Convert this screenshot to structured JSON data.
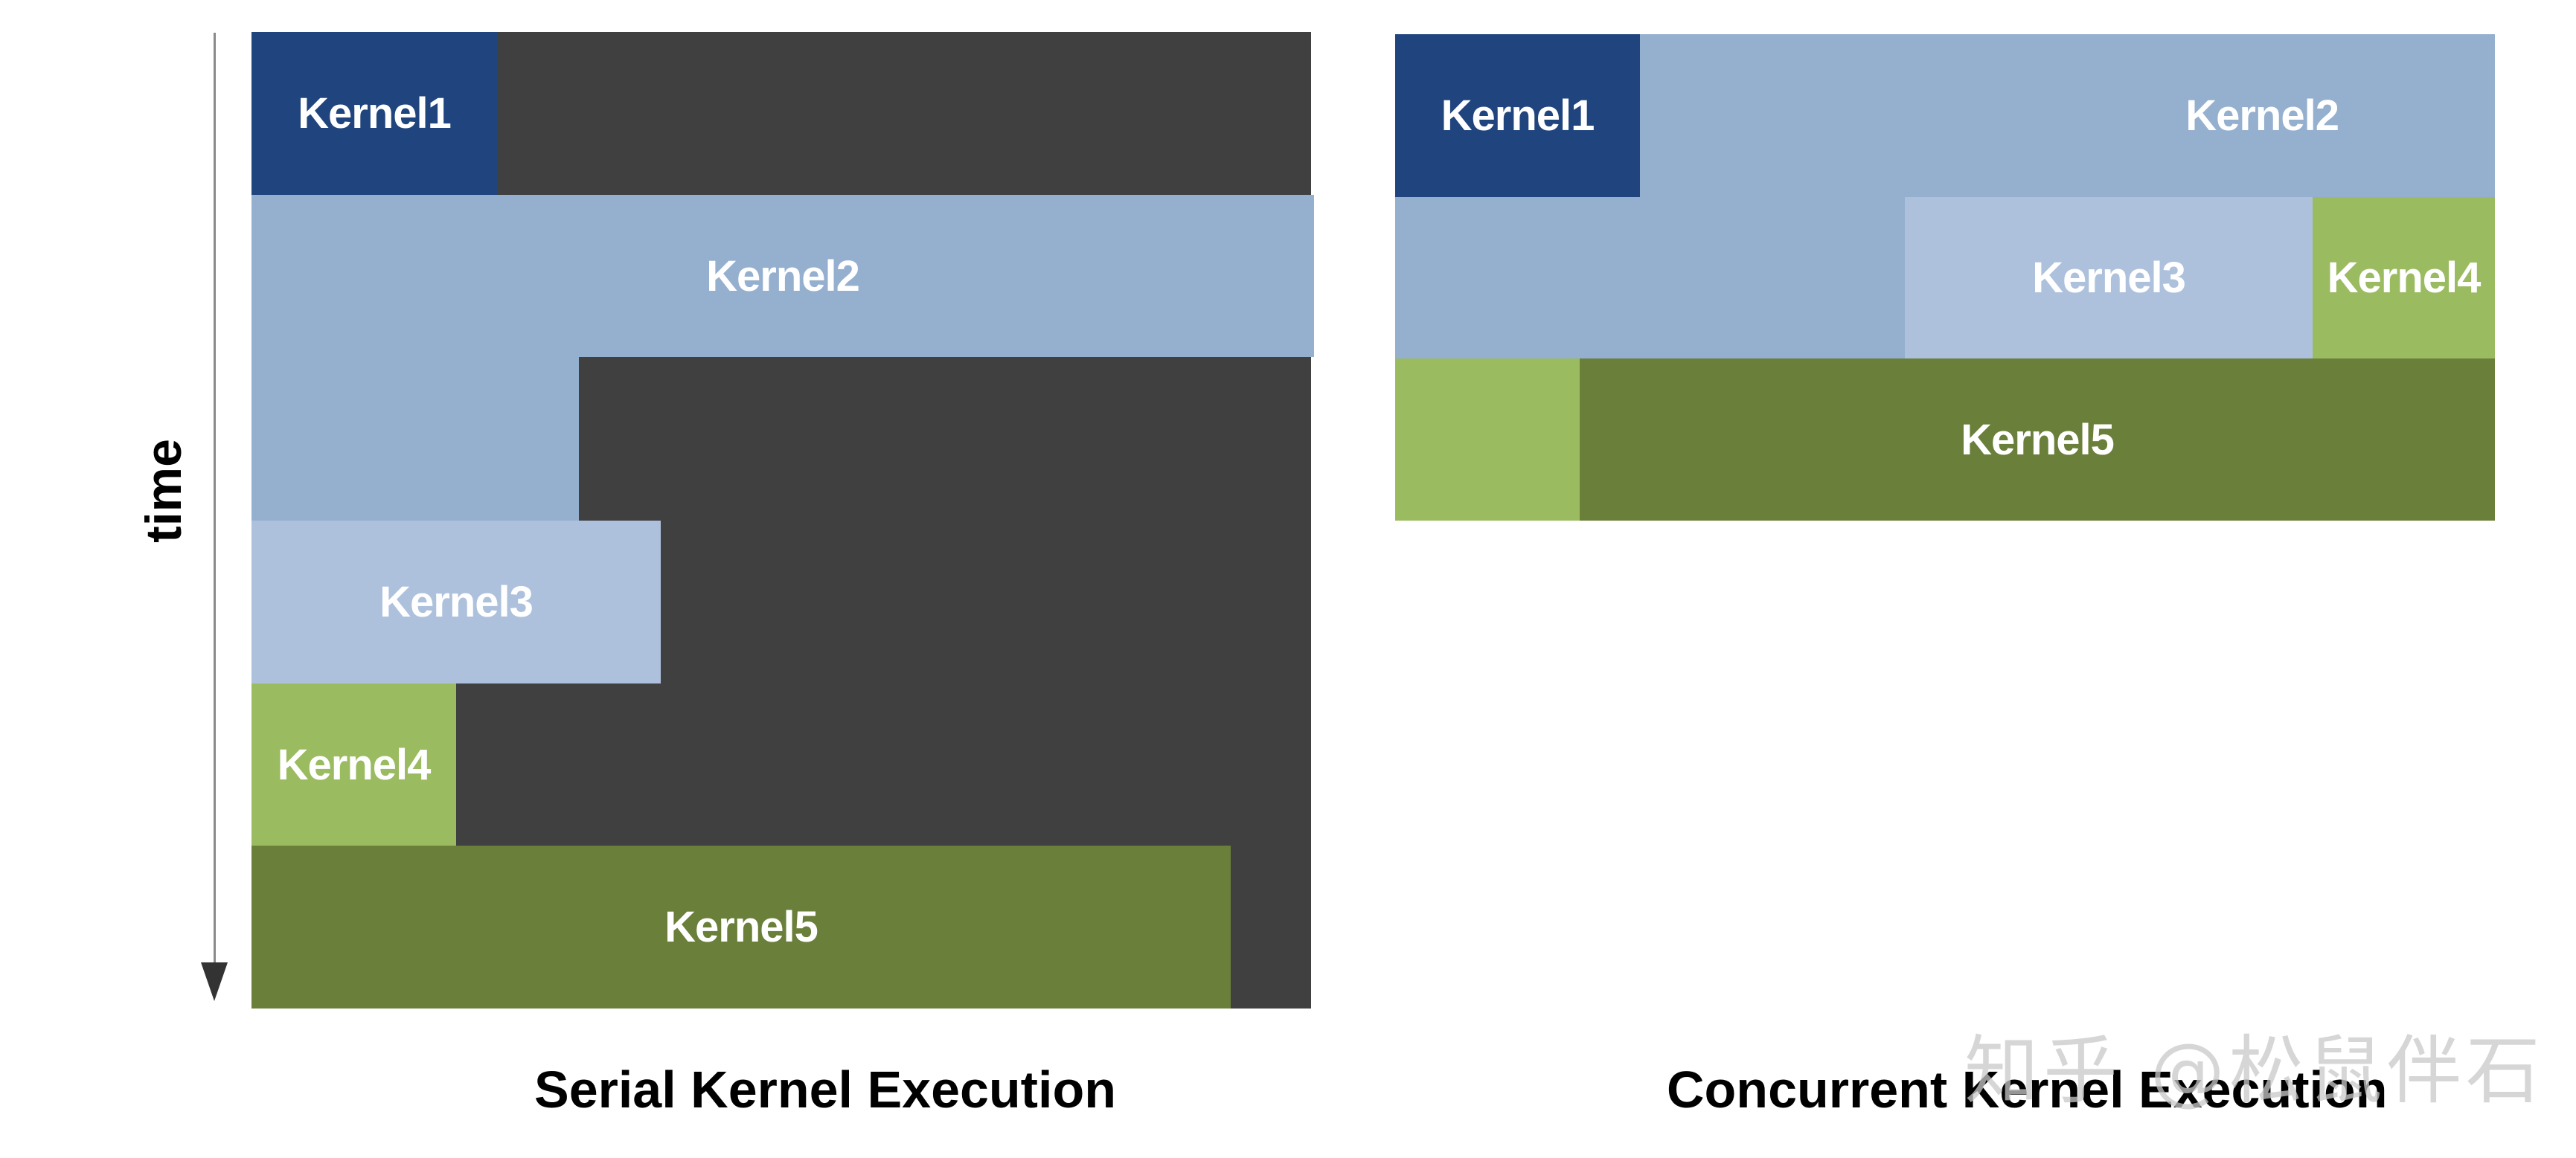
{
  "axis": {
    "label": "time"
  },
  "serial": {
    "title": "Serial Kernel Execution",
    "kernels": [
      {
        "id": "k1",
        "label": "Kernel1"
      },
      {
        "id": "k2",
        "label": "Kernel2"
      },
      {
        "id": "k3",
        "label": "Kernel3"
      },
      {
        "id": "k4",
        "label": "Kernel4"
      },
      {
        "id": "k5",
        "label": "Kernel5"
      }
    ]
  },
  "concurrent": {
    "title": "Concurrent Kernel Execution",
    "kernels": [
      {
        "id": "k1",
        "label": "Kernel1"
      },
      {
        "id": "k2",
        "label": "Kernel2"
      },
      {
        "id": "k3",
        "label": "Kernel3"
      },
      {
        "id": "k4",
        "label": "Kernel4"
      },
      {
        "id": "k5",
        "label": "Kernel5"
      }
    ]
  },
  "colors": {
    "idle": "#404040",
    "kernel1": "#1f447e",
    "kernel2": "#95afcf",
    "kernel3": "#aec1dc",
    "kernel4": "#9bbb61",
    "kernel5": "#6a7f3a"
  },
  "watermark": {
    "text": "知乎 @松鼠伴石"
  }
}
